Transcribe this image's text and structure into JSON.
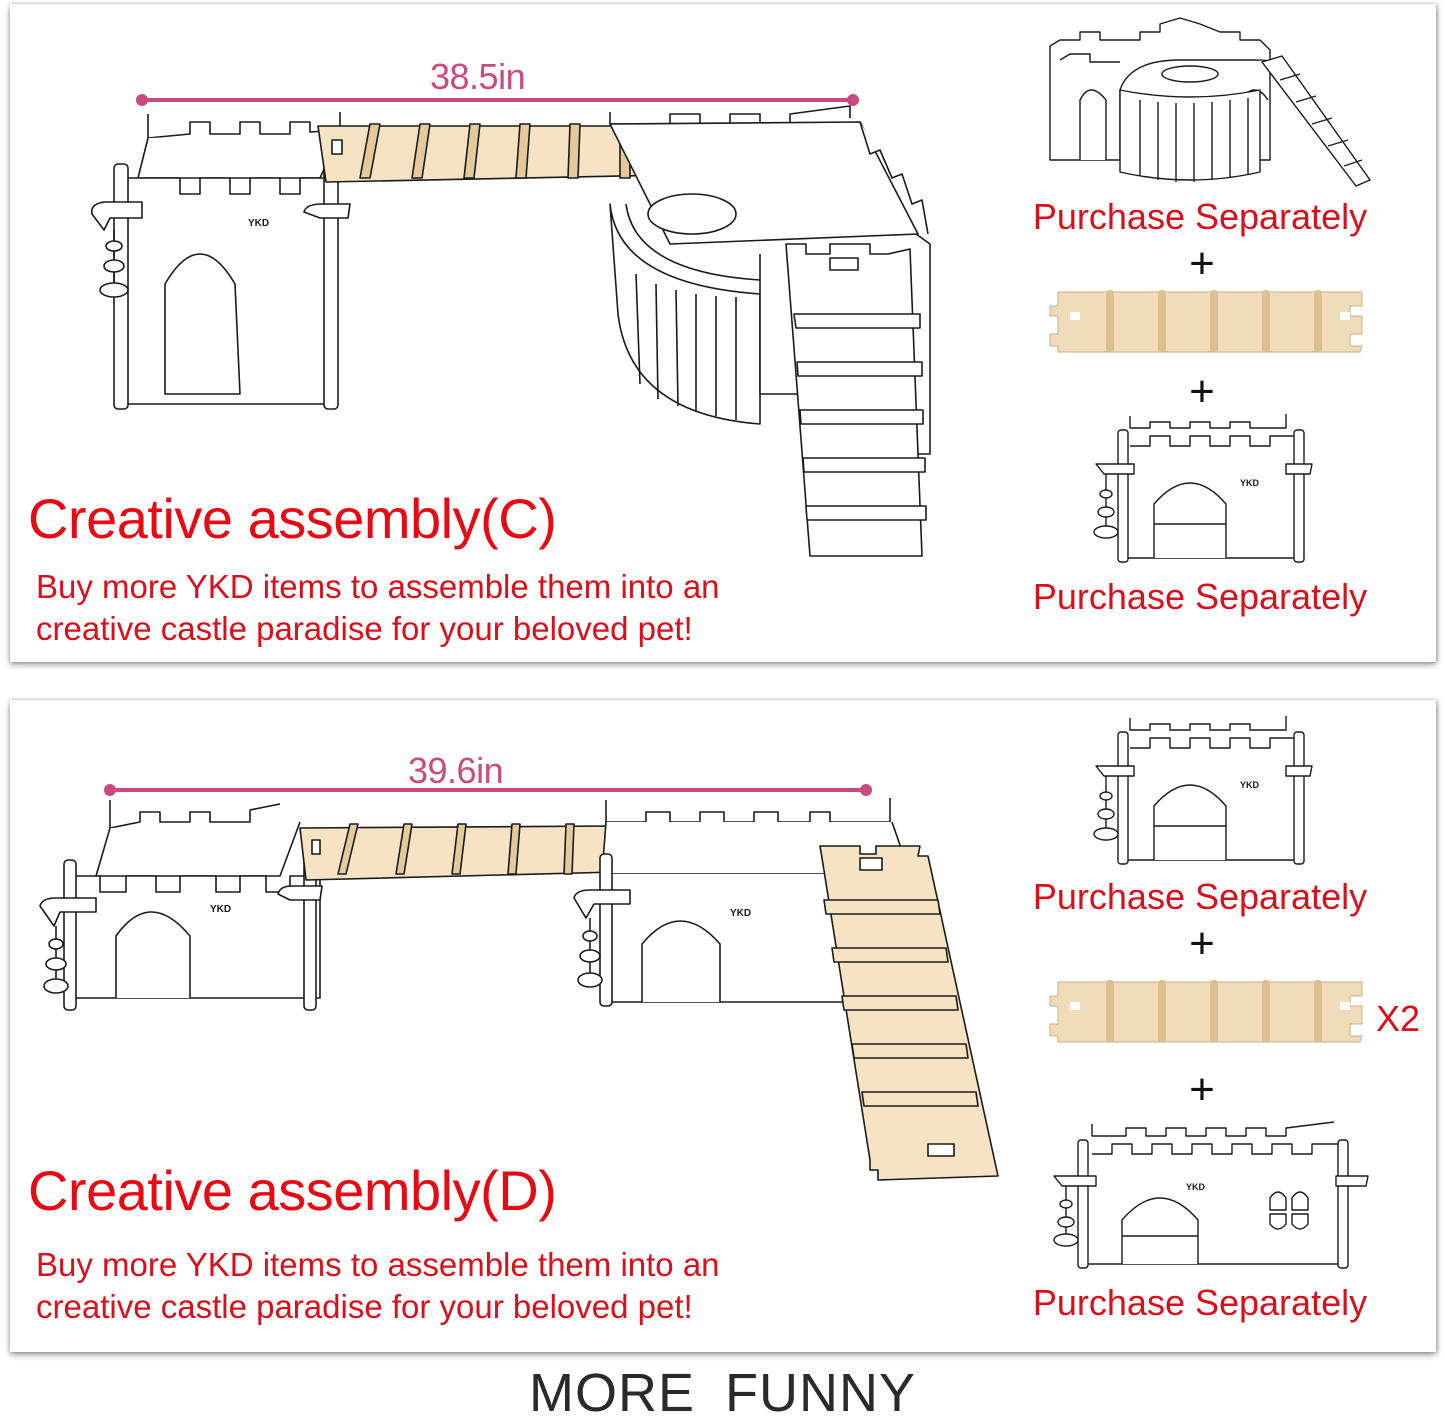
{
  "colors": {
    "title_red": "#e60a12",
    "dimension_pink": "#c84a82",
    "wood": "#f5e3c4",
    "wood_peg": "#e3c99c",
    "line": "#1a1a1a"
  },
  "panels": [
    {
      "id": "C",
      "dimension": "38.5in",
      "title": "Creative assembly(C)",
      "description_lines": [
        "Buy more YKD items to assemble them into an",
        "creative castle paradise for your beloved pet!"
      ],
      "components": [
        {
          "item": "corner-tower-castle-with-ladder",
          "label": "Purchase Separately"
        },
        {
          "separator": "+"
        },
        {
          "item": "wooden-bridge",
          "label": ""
        },
        {
          "separator": "+"
        },
        {
          "item": "small-castle-house",
          "label": "Purchase Separately"
        }
      ]
    },
    {
      "id": "D",
      "dimension": "39.6in",
      "title": "Creative assembly(D)",
      "description_lines": [
        "Buy more YKD items to assemble them into an",
        "creative castle paradise for your beloved pet!"
      ],
      "components": [
        {
          "item": "small-castle-house",
          "label": "Purchase Separately"
        },
        {
          "separator": "+"
        },
        {
          "item": "wooden-bridge",
          "label": "",
          "quantity": "X2"
        },
        {
          "separator": "+"
        },
        {
          "item": "large-castle-house-with-window",
          "label": "Purchase Separately"
        }
      ]
    }
  ],
  "footer": "MORE  FUNNY"
}
